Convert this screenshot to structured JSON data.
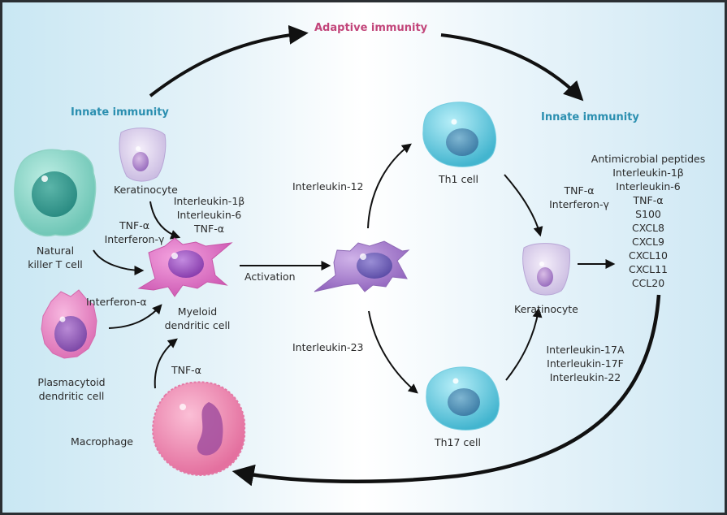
{
  "diagram": {
    "headings": {
      "adaptive": "Adaptive immunity",
      "innate_left": "Innate immunity",
      "innate_right": "Innate immunity"
    },
    "cells": {
      "keratinocyte_top": "Keratinocyte",
      "nkt_cell": [
        "Natural",
        "killer T cell"
      ],
      "myeloid_dc": [
        "Myeloid",
        "dendritic cell"
      ],
      "plasmacytoid_dc": [
        "Plasmacytoid",
        "dendritic cell"
      ],
      "macrophage": "Macrophage",
      "th1": "Th1 cell",
      "th17": "Th17 cell",
      "keratinocyte_right": "Keratinocyte"
    },
    "signals": {
      "keratinocyte_to_mdc": [
        "Interleukin-1β",
        "Interleukin-6",
        "TNF-α"
      ],
      "nkt_to_mdc": [
        "TNF-α",
        "Interferon-γ"
      ],
      "pdc_to_mdc": "Interferon-α",
      "macrophage_to_mdc": "TNF-α",
      "activation": "Activation",
      "to_th1": "Interleukin-12",
      "to_th17": "Interleukin-23",
      "th1_to_keratinocyte": [
        "TNF-α",
        "Interferon-γ"
      ],
      "th17_to_keratinocyte": [
        "Interleukin-17A",
        "Interleukin-17F",
        "Interleukin-22"
      ],
      "keratinocyte_products": [
        "Antimicrobial peptides",
        "Interleukin-1β",
        "Interleukin-6",
        "TNF-α",
        "S100",
        "CXCL8",
        "CXCL9",
        "CXCL10",
        "CXCL11",
        "CCL20"
      ]
    },
    "colors": {
      "innate_heading": "#2b8fb0",
      "adaptive_heading": "#c2457a",
      "nkt_cell": "#7fcfc0",
      "keratinocyte": "#d9cdea",
      "myeloid_dc": "#d86cc0",
      "activated_dc": "#a27cc6",
      "pdc": "#e07fbd",
      "macrophage": "#ec86ae",
      "t_cell": "#5ec5da"
    }
  }
}
